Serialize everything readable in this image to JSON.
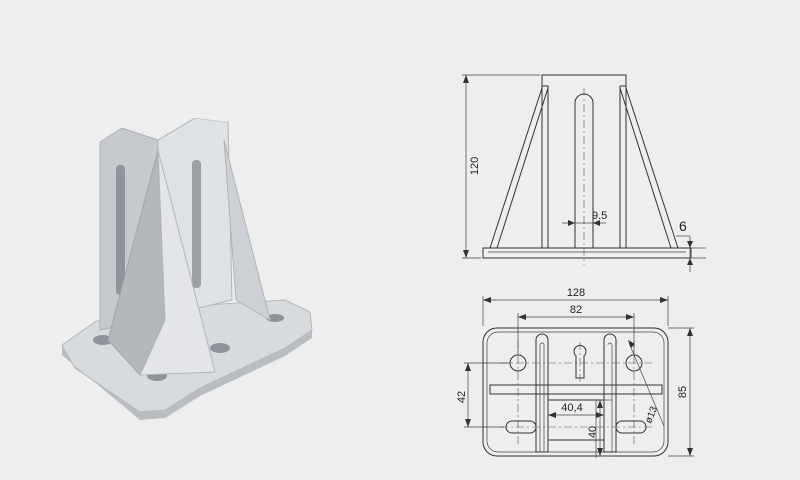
{
  "dimensions": {
    "height": "120",
    "slot_width": "9.5",
    "base_thickness": "6",
    "base_width": "128",
    "hole_spacing": "82",
    "left_offset": "42",
    "center_spacing": "40,4",
    "bottom_offset": "40",
    "base_depth": "85",
    "hole_diameter": "ø13"
  },
  "colors": {
    "background": "#eeeeee",
    "part_light": "#dcdfe2",
    "part_mid": "#c7cbcf",
    "part_dark": "#9da2a8",
    "line": "#333333"
  }
}
